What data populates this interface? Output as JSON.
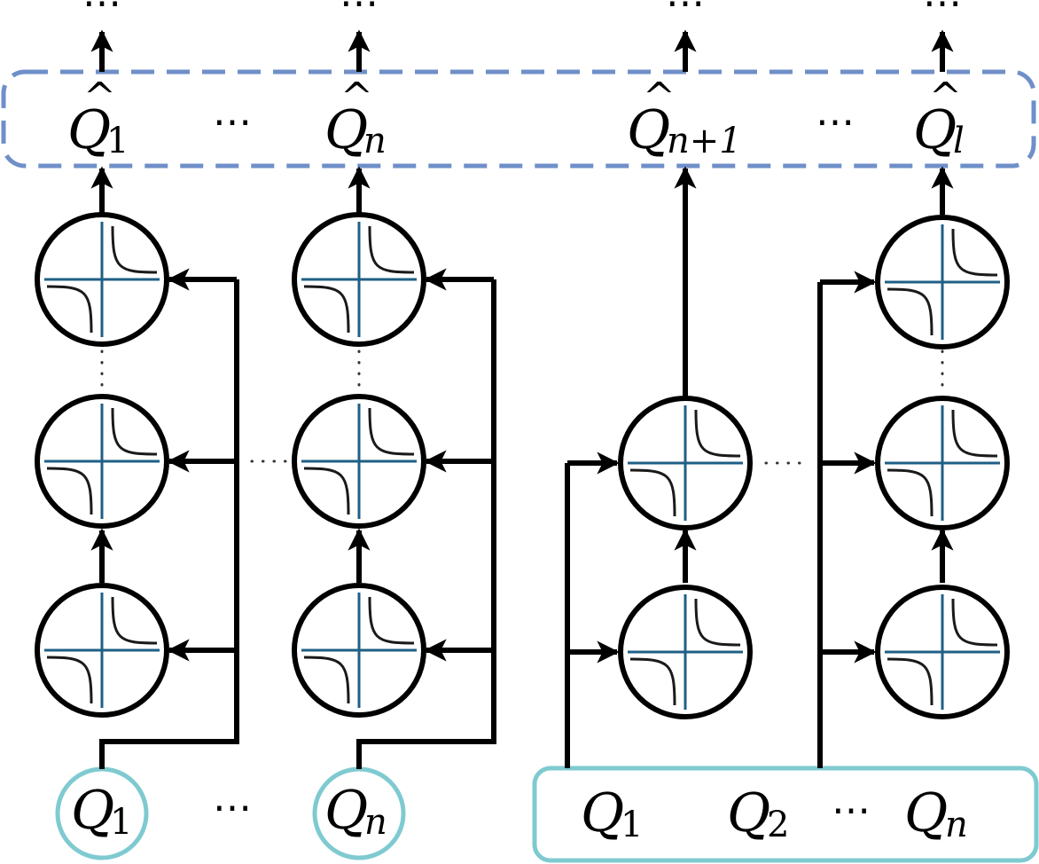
{
  "colors": {
    "output_box": "#6f8fc8",
    "input_box": "#7fcad1",
    "axis": "#1f5f86",
    "wire": "#000000"
  },
  "output_row": {
    "top_dots": [
      "⋯",
      "⋯",
      "⋯",
      "⋯"
    ],
    "labels": [
      {
        "base": "Q",
        "hat": "^",
        "sub": "1"
      },
      {
        "base": "Q",
        "hat": "^",
        "sub": "n"
      },
      {
        "base": "Q",
        "hat": "^",
        "sub": "n+1"
      },
      {
        "base": "Q",
        "hat": "^",
        "sub": "l"
      }
    ],
    "between_dots": [
      "⋯",
      "⋯"
    ]
  },
  "inputs_left": {
    "labels": [
      {
        "base": "Q",
        "sub": "1"
      },
      {
        "base": "Q",
        "sub": "n"
      }
    ],
    "between_dots": "⋯"
  },
  "inputs_right": {
    "labels": [
      {
        "base": "Q",
        "sub": "1"
      },
      {
        "base": "Q",
        "sub": "2"
      },
      {
        "base": "Q",
        "sub": "n"
      }
    ],
    "between_dots": "⋯"
  },
  "node_icon": "hyperbola-icon"
}
